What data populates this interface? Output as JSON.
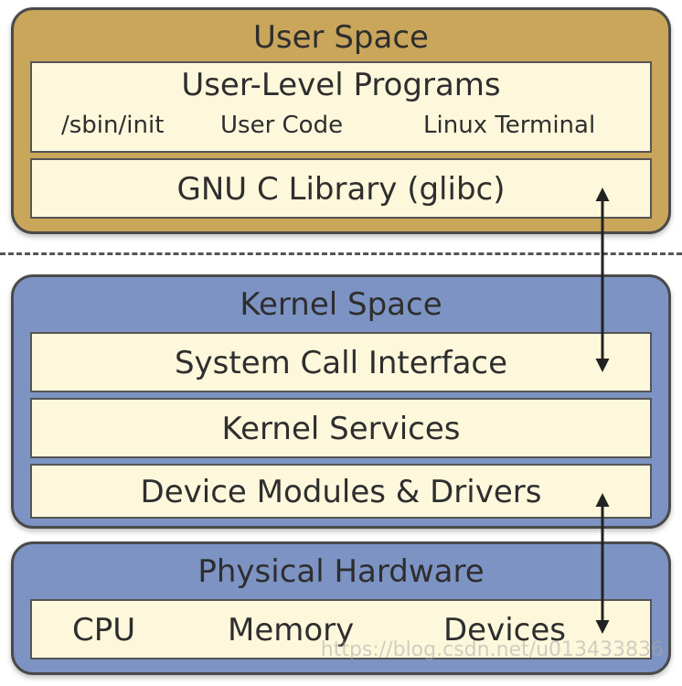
{
  "user_space": {
    "title": "User Space",
    "programs_box": {
      "title": "User-Level Programs",
      "items": [
        "/sbin/init",
        "User Code",
        "Linux Terminal"
      ]
    },
    "glibc_box": "GNU C Library (glibc)"
  },
  "kernel_space": {
    "title": "Kernel Space",
    "layers": [
      "System Call Interface",
      "Kernel Services",
      "Device Modules & Drivers"
    ]
  },
  "hardware": {
    "title": "Physical Hardware",
    "items": [
      "CPU",
      "Memory",
      "Devices"
    ]
  },
  "watermark": "https://blog.csdn.net/u013433836",
  "colors": {
    "user_panel": "#c9a65a",
    "kernel_panel": "#7d93c4",
    "box_fill": "#fdf8dc",
    "border": "#4a4a4a"
  }
}
